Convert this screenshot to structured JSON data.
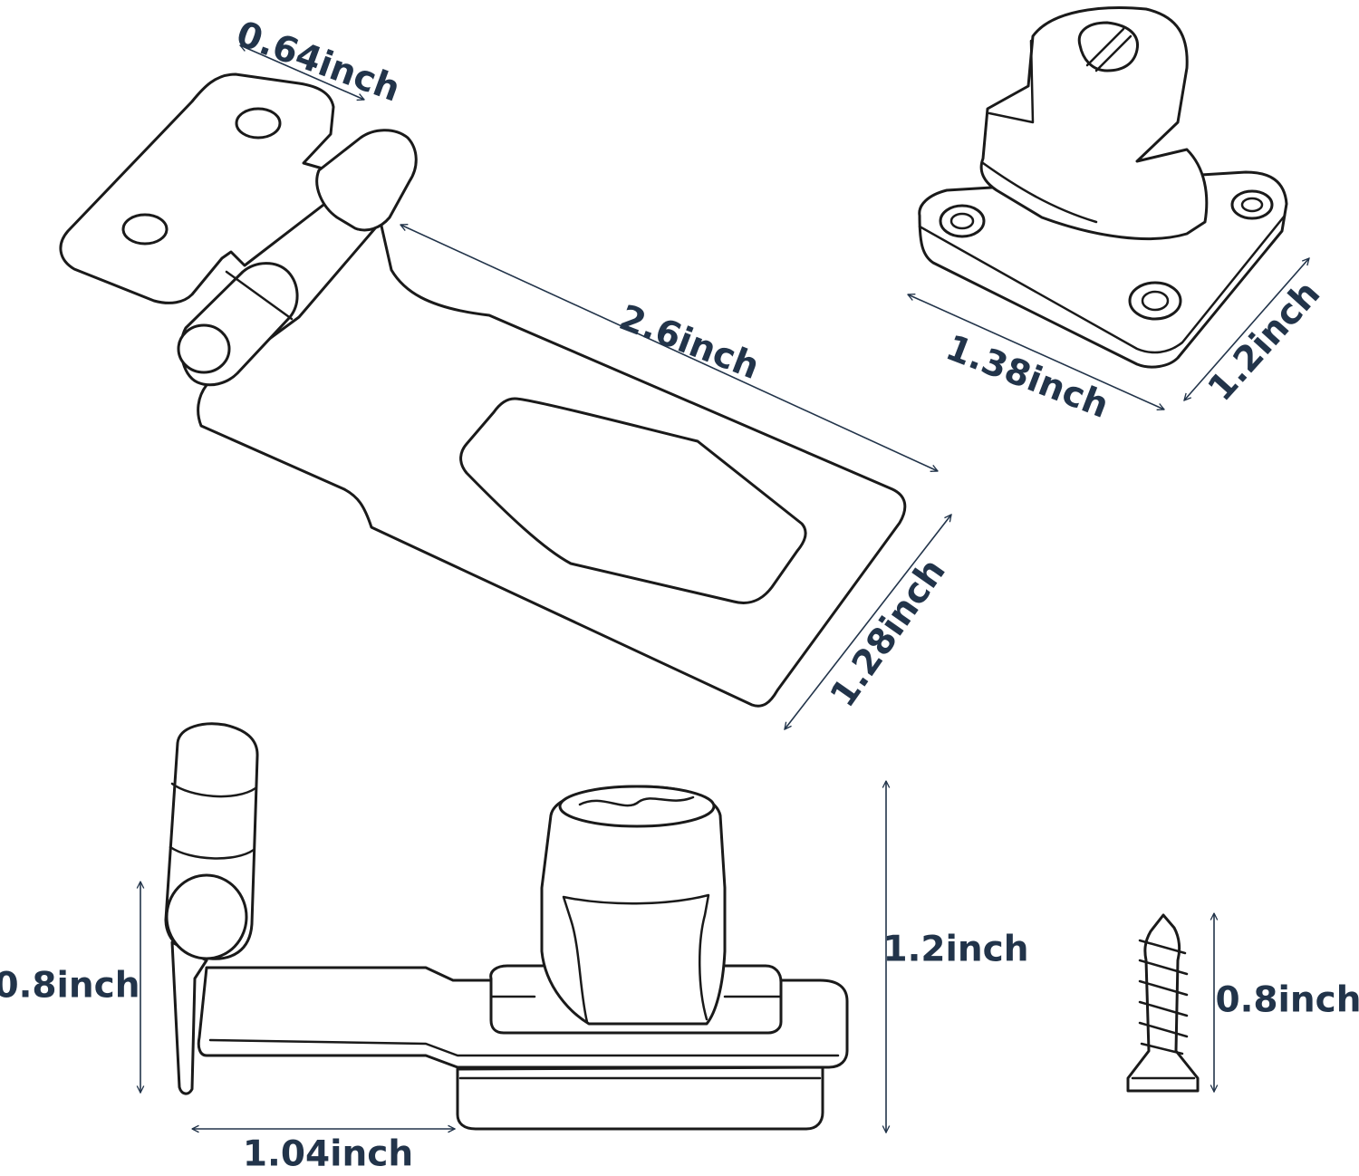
{
  "colors": {
    "dimension": "#22344a",
    "outline": "#1a1a1a",
    "background": "#ffffff"
  },
  "dimensions": {
    "hasp_hinge_width": "0.64inch",
    "hasp_length": "2.6inch",
    "hasp_width": "1.28inch",
    "lock_base_length": "1.38inch",
    "lock_base_width": "1.2inch",
    "side_pin_height": "0.8inch",
    "side_total_height": "1.2inch",
    "side_offset": "1.04inch",
    "screw_length": "0.8inch"
  }
}
